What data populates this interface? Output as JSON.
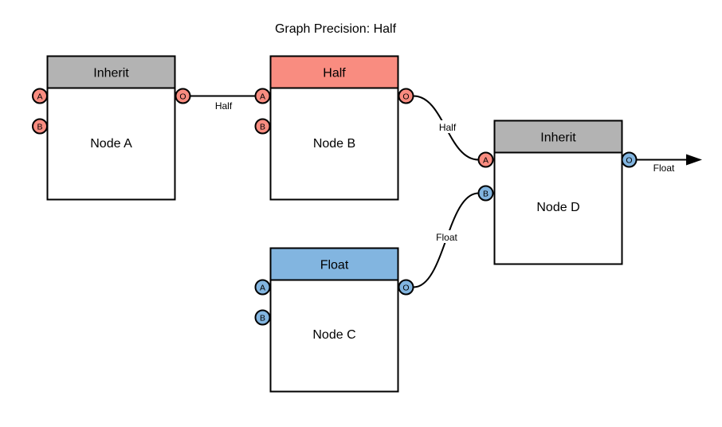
{
  "title": "Graph Precision: Half",
  "colors": {
    "background": "#ffffff",
    "stroke": "#000000",
    "node_fill": "#ffffff",
    "inherit_gray": "#b3b3b3",
    "half_salmon": "#f98c80",
    "float_blue": "#82b5e0"
  },
  "nodes": [
    {
      "label": "Node A",
      "precision": "Inherit",
      "header_color": "#b3b3b3",
      "ports": [
        {
          "label": "A",
          "type": "input",
          "color": "#f98c80"
        },
        {
          "label": "B",
          "type": "input",
          "color": "#f98c80"
        },
        {
          "label": "O",
          "type": "output",
          "color": "#f98c80"
        }
      ]
    },
    {
      "label": "Node B",
      "precision": "Half",
      "header_color": "#f98c80",
      "ports": [
        {
          "label": "A",
          "type": "input",
          "color": "#f98c80"
        },
        {
          "label": "B",
          "type": "input",
          "color": "#f98c80"
        },
        {
          "label": "O",
          "type": "output",
          "color": "#f98c80"
        }
      ]
    },
    {
      "label": "Node C",
      "precision": "Float",
      "header_color": "#82b5e0",
      "ports": [
        {
          "label": "A",
          "type": "input",
          "color": "#82b5e0"
        },
        {
          "label": "B",
          "type": "input",
          "color": "#82b5e0"
        },
        {
          "label": "O",
          "type": "output",
          "color": "#82b5e0"
        }
      ]
    },
    {
      "label": "Node D",
      "precision": "Inherit",
      "header_color": "#b3b3b3",
      "ports": [
        {
          "label": "A",
          "type": "input",
          "color": "#f98c80"
        },
        {
          "label": "B",
          "type": "input",
          "color": "#82b5e0"
        },
        {
          "label": "O",
          "type": "output",
          "color": "#82b5e0"
        }
      ]
    }
  ],
  "edges": [
    {
      "label": "Half",
      "from": "Node A.O",
      "to": "Node B.A"
    },
    {
      "label": "Half",
      "from": "Node B.O",
      "to": "Node D.A"
    },
    {
      "label": "Float",
      "from": "Node C.O",
      "to": "Node D.B"
    },
    {
      "label": "Float",
      "from": "Node D.O",
      "to": "graph-output"
    }
  ]
}
